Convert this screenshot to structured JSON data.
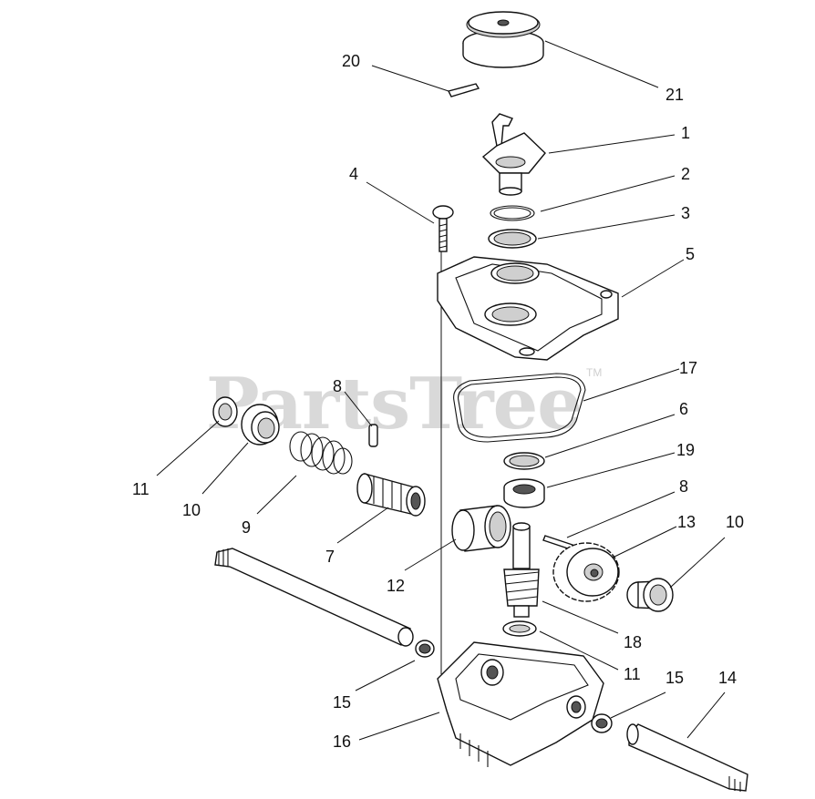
{
  "watermark": {
    "text": "PartsTree",
    "trademark": "TM"
  },
  "callouts": {
    "c1": "1",
    "c2": "2",
    "c3": "3",
    "c4": "4",
    "c5": "5",
    "c6": "6",
    "c7": "7",
    "c8a": "8",
    "c8b": "8",
    "c9": "9",
    "c10a": "10",
    "c10b": "10",
    "c11a": "11",
    "c11b": "11",
    "c12": "12",
    "c13": "13",
    "c14": "14",
    "c15a": "15",
    "c15b": "15",
    "c16": "16",
    "c17": "17",
    "c18": "18",
    "c19": "19",
    "c20": "20",
    "c21": "21"
  }
}
